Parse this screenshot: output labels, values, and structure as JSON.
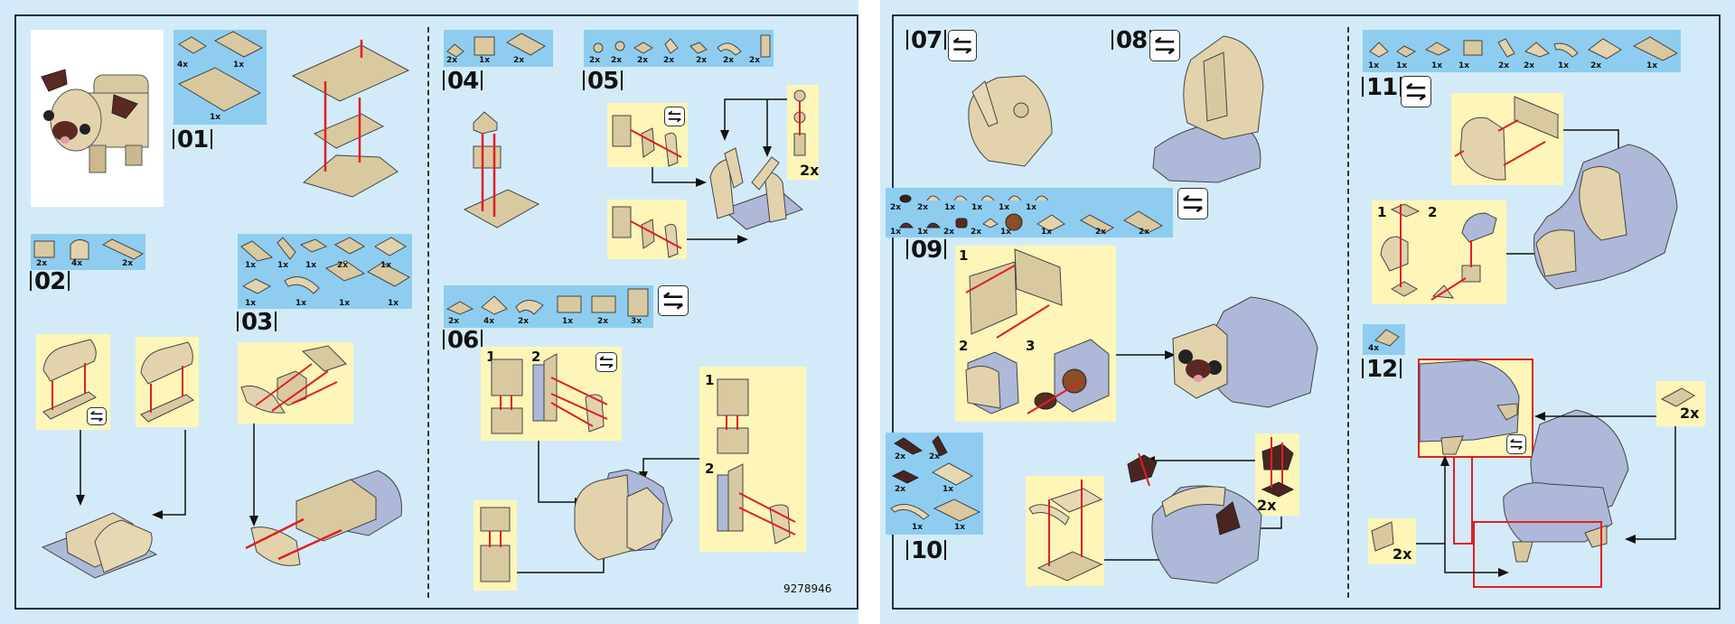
{
  "document": {
    "type": "building-instructions",
    "subject": "brick-built pug",
    "code": "9278946"
  },
  "colors": {
    "page_bg": "#d3ebf8",
    "parts_bg": "#8ecdf0",
    "substep_bg": "#fdf6b8",
    "tan": "#d9c9a0",
    "light_grey_blue": "#aeb8d8",
    "dark_brown": "#5a2a22",
    "arrow_red": "#e01e24",
    "callout_red": "#e01e24"
  },
  "icons": {
    "rotate": "rotate-model-icon"
  },
  "left_page": {
    "steps": [
      {
        "number": "01",
        "parts": [
          "4x",
          "1x",
          "1x"
        ]
      },
      {
        "number": "02",
        "parts": [
          "2x",
          "4x",
          "2x"
        ]
      },
      {
        "number": "03",
        "parts": [
          "1x",
          "1x",
          "1x",
          "2x",
          "1x",
          "1x",
          "1x",
          "1x",
          "1x"
        ]
      },
      {
        "number": "04",
        "parts": [
          "2x",
          "1x",
          "2x"
        ]
      },
      {
        "number": "05",
        "parts": [
          "2x",
          "2x",
          "2x",
          "2x",
          "2x",
          "2x",
          "2x"
        ],
        "callout_qty": "2x"
      },
      {
        "number": "06",
        "parts": [
          "2x",
          "4x",
          "2x",
          "1x",
          "2x",
          "3x"
        ],
        "substeps_a": [
          "1",
          "2"
        ],
        "substeps_b": [
          "1",
          "2"
        ]
      }
    ],
    "page_code": "9278946"
  },
  "right_page": {
    "steps": [
      {
        "number": "07"
      },
      {
        "number": "08"
      },
      {
        "number": "09",
        "parts_row1": [
          "2x",
          "2x",
          "1x",
          "1x",
          "1x",
          "1x"
        ],
        "parts_row2": [
          "1x",
          "1x",
          "2x",
          "2x",
          "1x",
          "1x",
          "2x",
          "2x"
        ],
        "substeps": [
          "1",
          "2",
          "3"
        ]
      },
      {
        "number": "10",
        "parts": [
          "2x",
          "2x",
          "2x",
          "1x",
          "1x",
          "1x"
        ],
        "callout_qty": "2x"
      },
      {
        "number": "11",
        "parts": [
          "1x",
          "1x",
          "1x",
          "1x",
          "2x",
          "2x",
          "1x",
          "2x",
          "1x"
        ],
        "substeps": [
          "1",
          "2"
        ]
      },
      {
        "number": "12",
        "parts": [
          "4x"
        ],
        "callout_qty_a": "2x",
        "callout_qty_b": "2x"
      }
    ]
  }
}
